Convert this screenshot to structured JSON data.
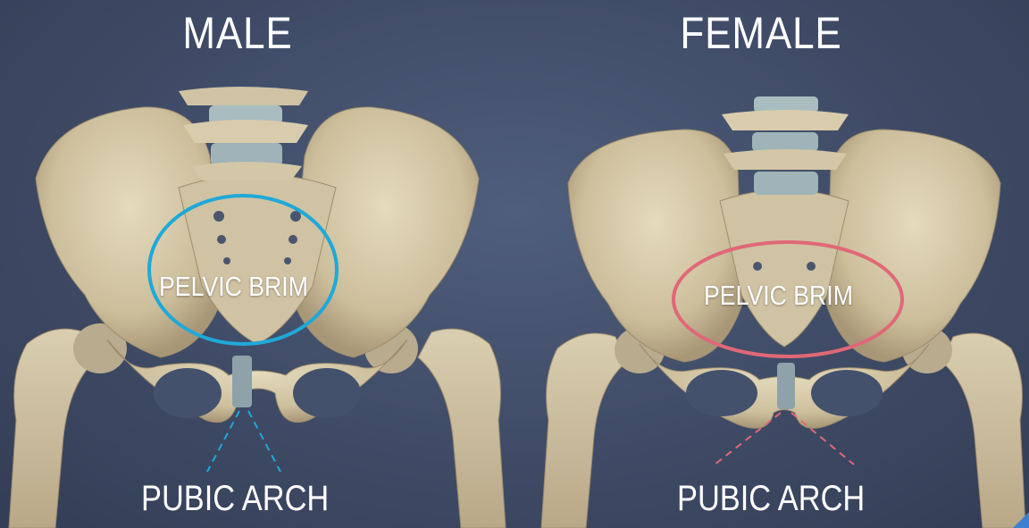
{
  "panels": [
    {
      "title": "MALE",
      "brim_label": "PELVIC BRIM",
      "arch_label": "PUBIC ARCH",
      "outline_color": "#1fa9d8"
    },
    {
      "title": "FEMALE",
      "brim_label": "PELVIC BRIM",
      "arch_label": "PUBIC ARCH",
      "outline_color": "#e06878"
    }
  ],
  "colors": {
    "bone": "#d8ccad",
    "bone_shadow": "#a9987a",
    "disc": "#9fb3b8",
    "background": "#425069"
  }
}
